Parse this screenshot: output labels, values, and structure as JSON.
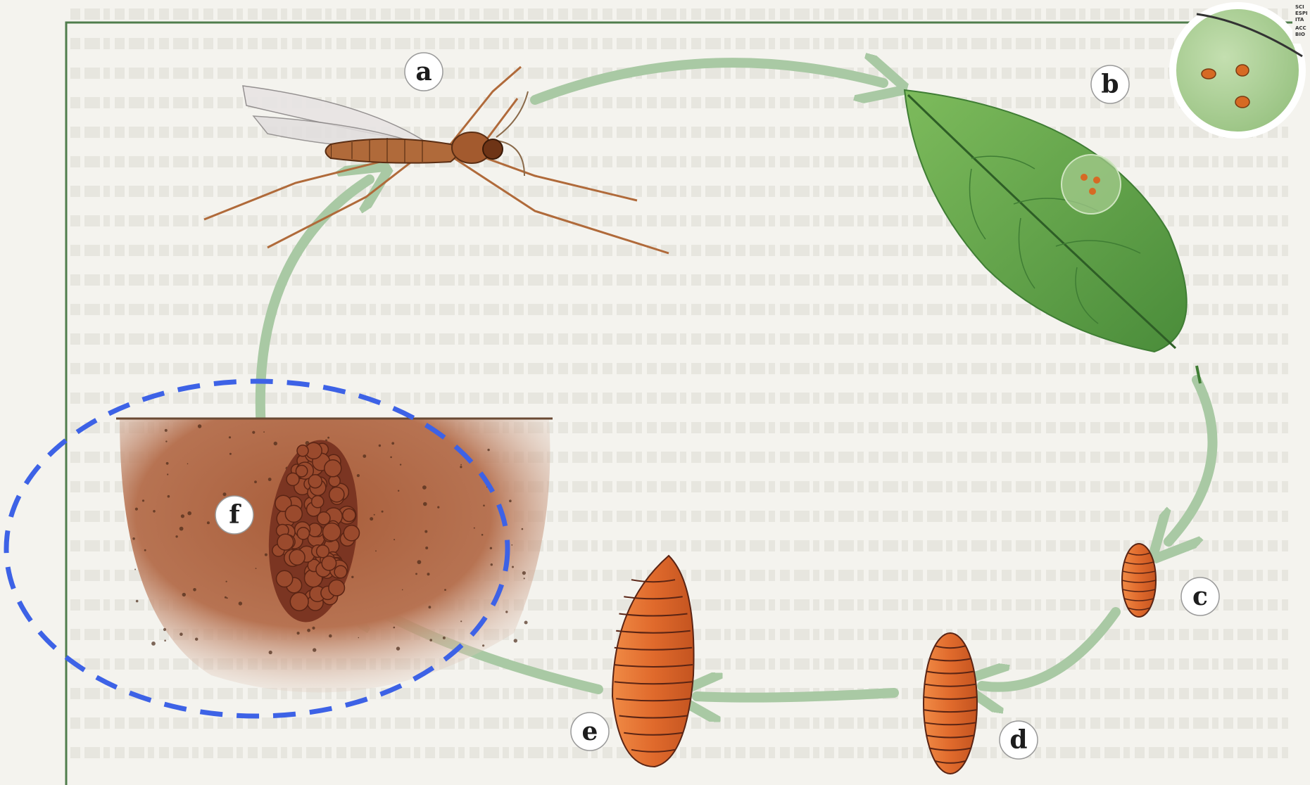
{
  "diagram": {
    "stages": [
      {
        "id": "a",
        "label": "a",
        "name": "adult-insect"
      },
      {
        "id": "b",
        "label": "b",
        "name": "eggs-on-leaf"
      },
      {
        "id": "c",
        "label": "c",
        "name": "young-larva"
      },
      {
        "id": "d",
        "label": "d",
        "name": "larva"
      },
      {
        "id": "e",
        "label": "e",
        "name": "mature-larva"
      },
      {
        "id": "f",
        "label": "f",
        "name": "pupa-in-soil"
      }
    ],
    "corner_labels": [
      "SCI",
      "ESPI",
      "ITA",
      "ACC",
      "BIO"
    ]
  },
  "colors": {
    "frame": "#4f7d4c",
    "arrow": "#a9c9a4",
    "leaf": "#5ea24a",
    "leaf_dark": "#3f7d34",
    "soil": "#a9623f",
    "larva": "#e06a2c",
    "pupa": "#8e3f2a",
    "insect_body": "#b06a3a",
    "highlight": "#3d62e6",
    "background": "#f4f3ee",
    "ghost_text": "#d8d6cf"
  },
  "icons": {
    "arrow": "cycle-arrow-icon",
    "highlight": "dashed-ellipse-highlight"
  }
}
